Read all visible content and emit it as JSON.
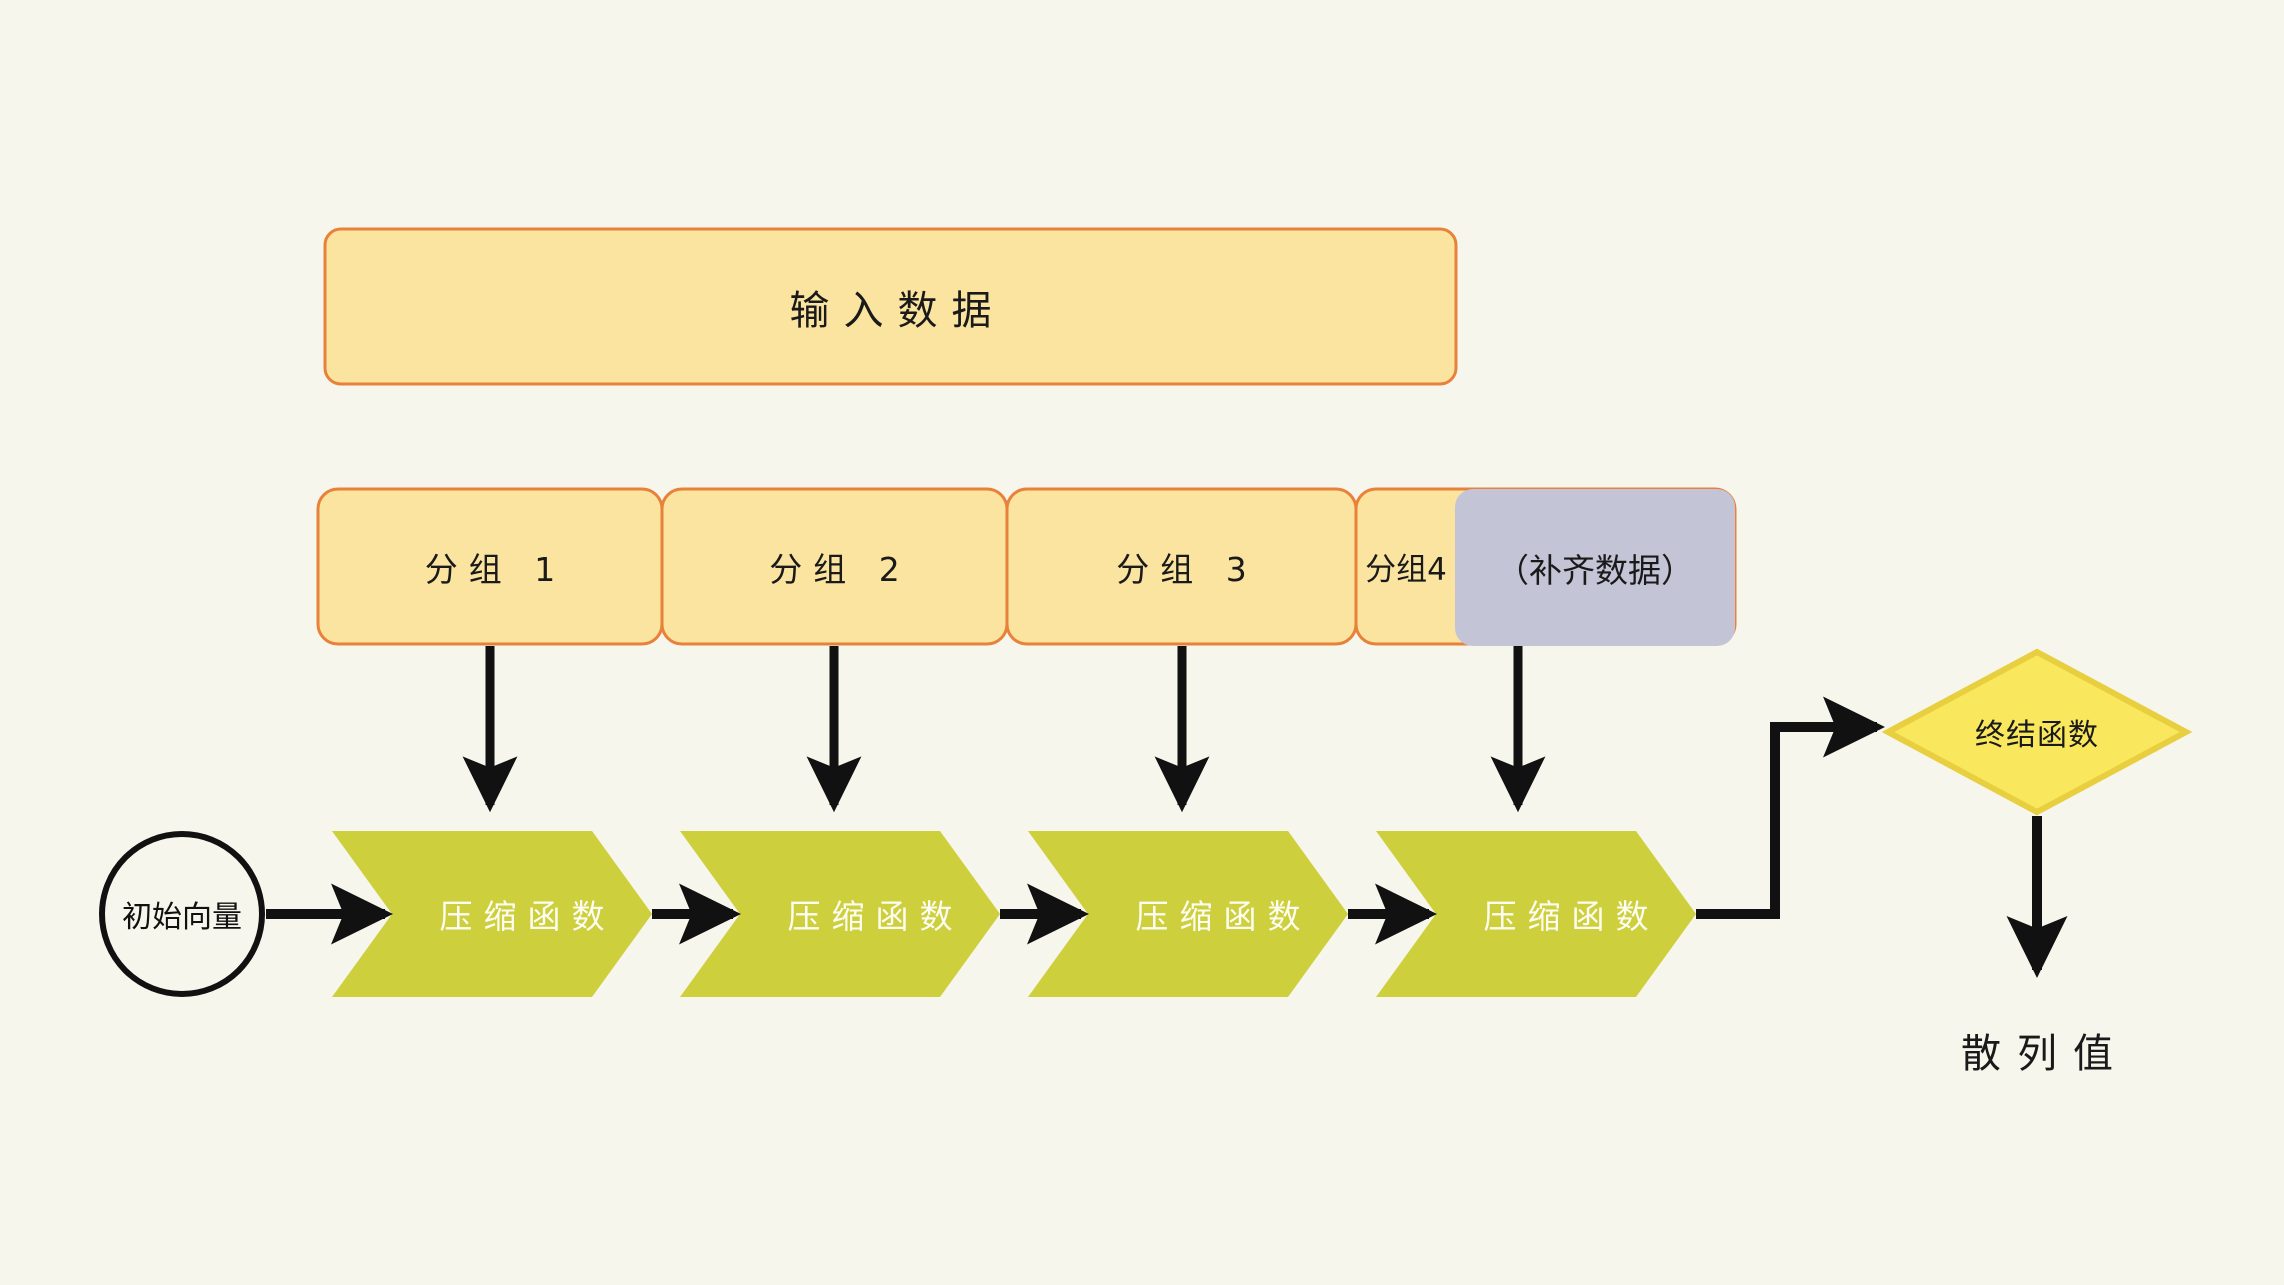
{
  "palette": {
    "background": "#f7f6ec",
    "box_fill": "#fae49f",
    "box_stroke": "#e8813a",
    "pad_fill": "#c4c4d7",
    "chevron_fill": "#cdcf3c",
    "chevron_text": "#fdfdf4",
    "diamond_fill": "#f9e85e",
    "diamond_stroke": "#e8cf3f",
    "arrow": "#111111",
    "circle_stroke": "#111111",
    "text": "#1a1a1a"
  },
  "diagram": {
    "title_block": {
      "label": "输入数据"
    },
    "groups": [
      {
        "label": "分组 1",
        "spaced": true
      },
      {
        "label": "分组 2",
        "spaced": true
      },
      {
        "label": "分组 3",
        "spaced": true
      },
      {
        "label": "分组4",
        "spaced": false
      }
    ],
    "padding_block": {
      "label": "（补齐数据）"
    },
    "initial_vector": {
      "label": "初始向量"
    },
    "compression_functions": [
      {
        "label": "压缩函数"
      },
      {
        "label": "压缩函数"
      },
      {
        "label": "压缩函数"
      },
      {
        "label": "压缩函数"
      }
    ],
    "finalization": {
      "label": "终结函数"
    },
    "output": {
      "label": "散列值"
    }
  }
}
